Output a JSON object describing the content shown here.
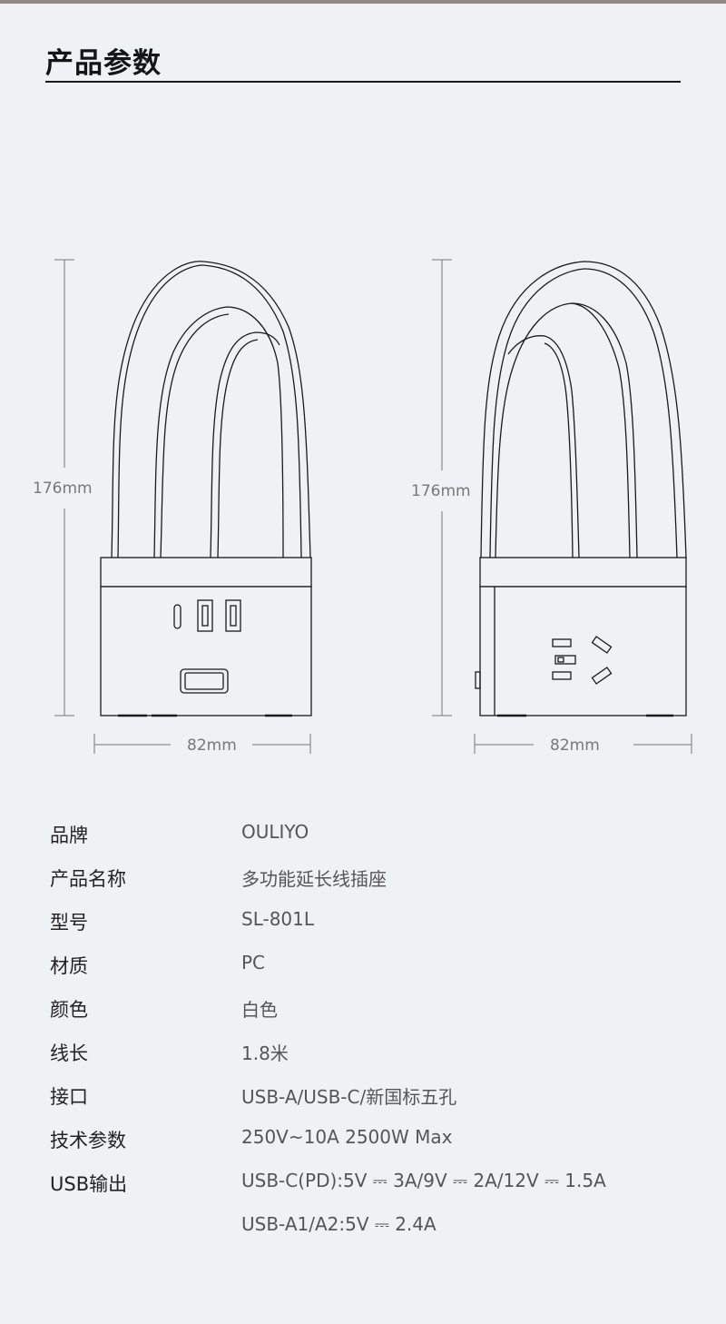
{
  "header": {
    "title": "产品参数"
  },
  "dimensions": {
    "left_height": "176mm",
    "left_width": "82mm",
    "right_height": "176mm",
    "right_width": "82mm"
  },
  "specs": [
    {
      "label": "品牌",
      "value": "OULIYO"
    },
    {
      "label": "产品名称",
      "value": "多功能延长线插座"
    },
    {
      "label": "型号",
      "value": "SL-801L"
    },
    {
      "label": "材质",
      "value": "PC"
    },
    {
      "label": "颜色",
      "value": "白色"
    },
    {
      "label": "线长",
      "value": "1.8米"
    },
    {
      "label": "接口",
      "value": "USB-A/USB-C/新国标五孔"
    },
    {
      "label": "技术参数",
      "value": "250V~10A  2500W Max"
    },
    {
      "label": "USB输出",
      "value": "USB-C(PD):5V ⎓ 3A/9V ⎓ 2A/12V ⎓ 1.5A"
    },
    {
      "label": "",
      "value": "USB-A1/A2:5V ⎓ 2.4A"
    }
  ],
  "colors": {
    "background": "#eff2f4",
    "line": "#1a1a1a",
    "text": "#222222",
    "value_text": "#555555"
  }
}
